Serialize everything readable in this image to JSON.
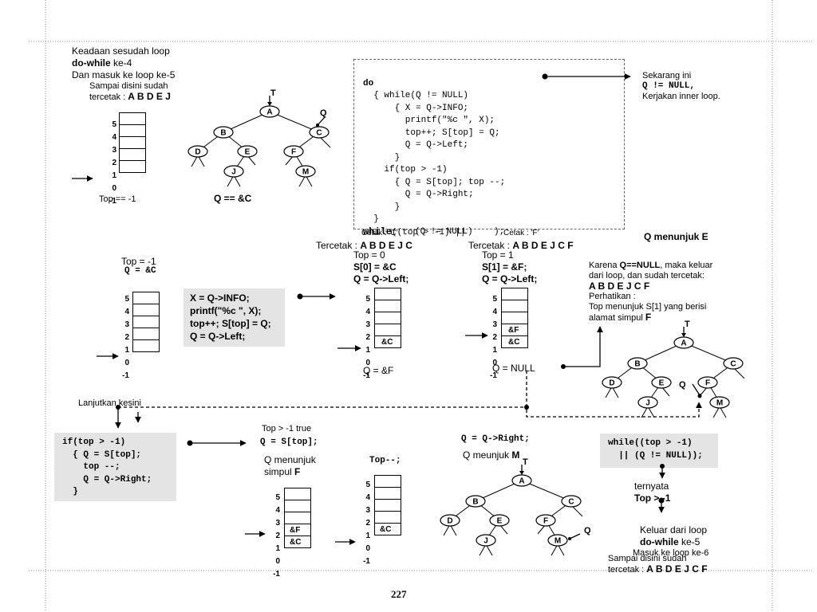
{
  "t1": {
    "l1": "Keadaan sesudah loop",
    "l2": "do-while",
    "l2b": " ke-4",
    "l3": "Dan masuk ke loop ke-5",
    "l4": "Sampai disini sudah",
    "l5a": "tercetak : ",
    "l5b": "A B D E J"
  },
  "top_neg1_a": "Top == -1",
  "q_eq_c": "Q == &C",
  "code_main": {
    "l1": "do",
    "l2": "  { while(Q != NULL)",
    "l3": "      { X = Q->INFO;",
    "l4": "        printf(\"%c \", X);",
    "l5": "        top++; S[top] = Q;",
    "l6": "        Q = Q->Left;",
    "l7": "      }",
    "l8": "    if(top > -1)",
    "l9": "      { Q = S[top]; top --;",
    "l10": "        Q = Q->Right;",
    "l11": "      }",
    "l12": "  }",
    "l13a": "while",
    "l13b": "((top > -1) ||",
    "l14": "(Q != NULL)    );"
  },
  "right1": {
    "l1": "Sekarang ini",
    "l2": "Q != NULL,",
    "l3": "Kerjakan inner loop."
  },
  "cetak_c": "Cetak : 'C'",
  "cetak_f": "Cetak : 'F'",
  "tercetak1a": "Tercetak : ",
  "tercetak1b": "A B D E J C",
  "tercetak2a": "Tercetak : ",
  "tercetak2b": "A B D E J C F",
  "q_menunjuk_e": "Q menunjuk E",
  "s2": {
    "l1": "Top = 0",
    "l2": "S[0] = &C",
    "l3": "Q = Q->Left;"
  },
  "s3": {
    "l1": "Top = 1",
    "l2": "S[1] = &F;",
    "l3": "Q = Q->Left;"
  },
  "s1": {
    "l1": "Top = -1",
    "l2": "Q = &C"
  },
  "inner_code": {
    "l1": "X = Q->INFO;",
    "l2": "printf(\"%c \", X);",
    "l3": "top++; S[top] = Q;",
    "l4": "Q = Q->Left;"
  },
  "karena": {
    "l1a": "Karena ",
    "l1b": "Q==NULL",
    ",": "",
    "l1c": ", maka keluar",
    "l2": "dari loop, dan   sudah tercetak:",
    "l3": "A B D E J C F",
    "l4": "Perhatikan :",
    "l5": "Top menunjuk S[1] yang berisi",
    "l6a": "alamat simpul ",
    "l6b": "F"
  },
  "q_eq_f": "Q = &F",
  "q_eq_null": "Q = NULL",
  "lanjutkan": "Lanjutkan kesini",
  "if_code": {
    "l1": "if(top > -1)",
    "l2": "  { Q = S[top];",
    "l3": "    top --;",
    "l4": "    Q = Q->Right;",
    "l5": "  }"
  },
  "top_true": "Top > -1 true",
  "q_s_top": "Q = S[top];",
  "q_menunjuk_f": {
    "l1": "Q menunjuk",
    "l2a": "simpul ",
    "l2b": "F"
  },
  "top_dec": "Top--;",
  "q_right": "Q = Q->Right;",
  "q_meunjuk_m": {
    "a": "Q meunjuk ",
    "b": "M"
  },
  "while_code": {
    "l1": "while((top > -1)",
    "l2": "  || (Q != NULL));"
  },
  "ternyata": {
    "l1": "ternyata",
    "l2": "Top > -1"
  },
  "keluar": {
    "l1": "Keluar dari loop",
    "l2a": "do-while",
    "l2b": "  ke-5",
    "l3": "Masuk ke loop ke-6",
    "l4": "Sampai disini sudah",
    "l5a": "tercetak : ",
    "l5b": "A B D E J C F"
  },
  "page_number": "227",
  "labels": {
    "T": "T",
    "Q": "Q",
    "A": "A",
    "B": "B",
    "C": "C",
    "D": "D",
    "E": "E",
    "F": "F",
    "J": "J",
    "M": "M"
  },
  "stack_idx": [
    "5",
    "4",
    "3",
    "2",
    "1",
    "0",
    "-1"
  ],
  "stack_vals": {
    "c": "&C",
    "f": "&F"
  }
}
